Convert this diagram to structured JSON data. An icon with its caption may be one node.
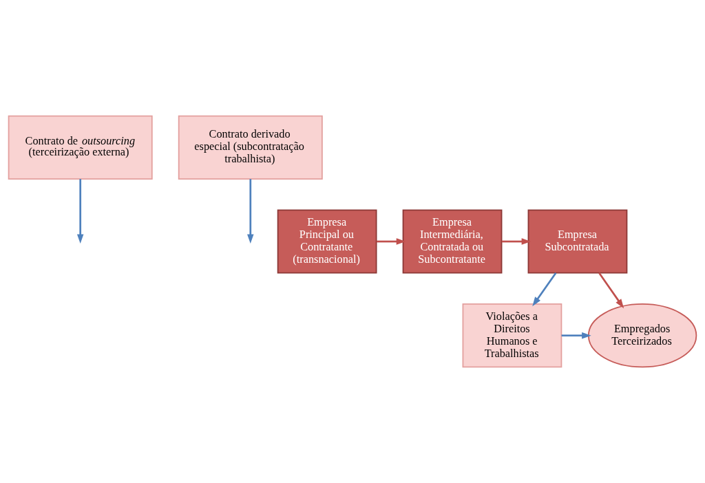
{
  "diagram": {
    "nodes": [
      {
        "text": [
          "Contrato de *outsourcing* (terceirização externa)"
        ]
      },
      {
        "text": [
          "Contrato derivado especial (subcontratação trabalhista)"
        ]
      },
      {
        "text": [
          "Empresa Principal ou Contratante (transnacional)"
        ]
      },
      {
        "text": [
          "Empresa Intermediária, Contratada ou Subcontratante"
        ]
      },
      {
        "text": [
          "Empresa Subcontratada"
        ]
      },
      {
        "text": [
          "Violações a Direitos Humanos e Trabalhistas"
        ]
      },
      {
        "text": [
          "Empregados Terceirizados"
        ]
      }
    ],
    "edges": [
      {
        "from": 0,
        "to": null,
        "arrow": "to",
        "color": "#4f81bd"
      },
      {
        "from": 1,
        "to": null,
        "arrow": "to",
        "color": "#4f81bd"
      },
      {
        "from": 2,
        "to": 3,
        "arrow": "to",
        "color": "#c0504d"
      },
      {
        "from": 3,
        "to": 4,
        "arrow": "to",
        "color": "#c0504d"
      },
      {
        "from": 4,
        "to": 5,
        "arrow": "to",
        "color": "#4f81bd"
      },
      {
        "from": 4,
        "to": 6,
        "arrow": "to",
        "color": "#c0504d"
      },
      {
        "from": 5,
        "to": 6,
        "arrow": "to",
        "color": "#4f81bd"
      }
    ]
  }
}
